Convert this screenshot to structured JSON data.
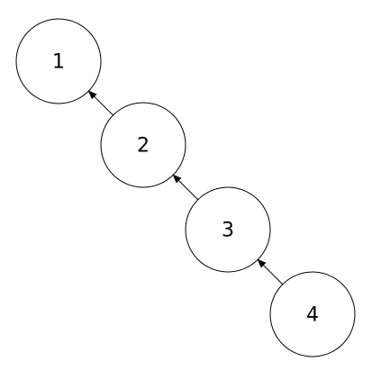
{
  "diagram": {
    "nodes": [
      {
        "id": "n1",
        "label": "1"
      },
      {
        "id": "n2",
        "label": "2"
      },
      {
        "id": "n3",
        "label": "3"
      },
      {
        "id": "n4",
        "label": "4"
      }
    ],
    "edges": [
      {
        "from": "n2",
        "to": "n1"
      },
      {
        "from": "n3",
        "to": "n2"
      },
      {
        "from": "n4",
        "to": "n3"
      }
    ],
    "colors": {
      "stroke": "#000000",
      "fill": "#ffffff"
    }
  }
}
